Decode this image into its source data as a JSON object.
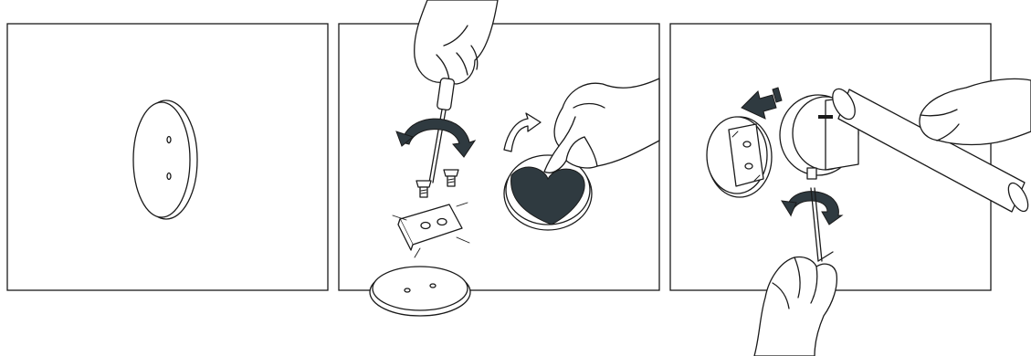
{
  "figure": {
    "steps": [
      {
        "id": 1,
        "action": "wall-disc-mounted"
      },
      {
        "id": 2,
        "action": "screw-bracket-and-apply-adhesive"
      },
      {
        "id": 3,
        "action": "slide-on-and-tighten-set-screw"
      }
    ],
    "colors": {
      "line": "#1a1a1a",
      "arrow_fill": "#3a454b",
      "adhesive": "#2f3a40",
      "background": "#ffffff"
    },
    "icons": [
      "screwdriver-icon",
      "hex-key-icon",
      "rotate-arrow-icon",
      "push-arrow-icon"
    ]
  }
}
